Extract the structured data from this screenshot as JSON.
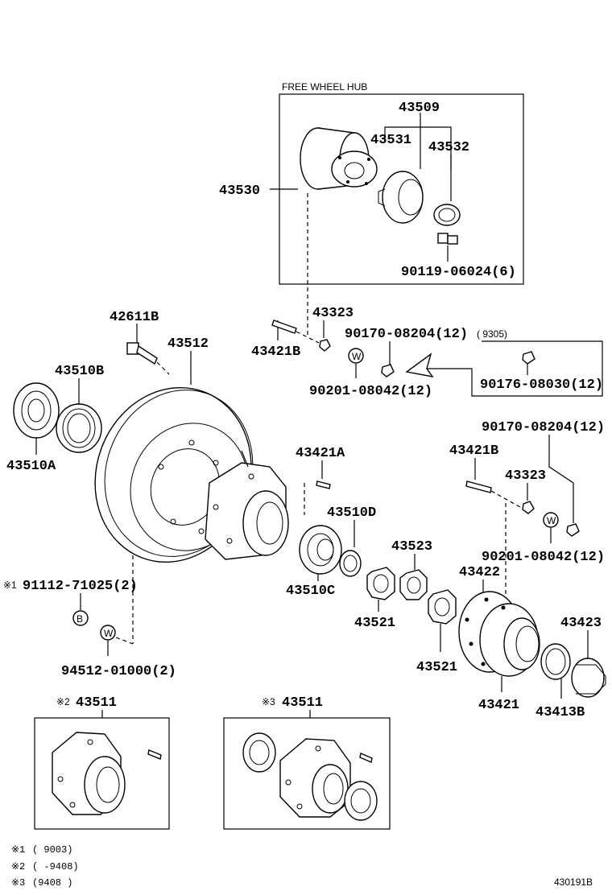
{
  "diagram": {
    "free_wheel_hub_title": "FREE WHEEL HUB",
    "catalog_code": "430191B",
    "labels": {
      "p43509": "43509",
      "p43531": "43531",
      "p43532": "43532",
      "p43530": "43530",
      "p90119": "90119-06024(6)",
      "p42611B": "42611B",
      "p43323a": "43323",
      "p43421Ba": "43421B",
      "p43512": "43512",
      "p90170a": "90170-08204(12)",
      "p90170a_range": "( 9305)",
      "p90201a": "90201-08042(12)",
      "p90176": "90176-08030(12)",
      "p43510B": "43510B",
      "p43510A": "43510A",
      "p90170b": "90170-08204(12)",
      "p43421A": "43421A",
      "p43421Bb": "43421B",
      "p43323b": "43323",
      "p43510D": "43510D",
      "p43523": "43523",
      "p90201b": "90201-08042(12)",
      "p91112": "91112-71025(2)",
      "p91112_mark": "※1",
      "p43510C": "43510C",
      "p43422": "43422",
      "p43521a": "43521",
      "p43423": "43423",
      "p94512": "94512-01000(2)",
      "p43521b": "43521",
      "p43421": "43421",
      "p43413B": "43413B",
      "p43511a": "43511",
      "p43511a_mark": "※2",
      "p43511b": "43511",
      "p43511b_mark": "※3",
      "badge_w1": "W",
      "badge_w2": "W",
      "badge_w3": "W",
      "badge_b": "B"
    },
    "notes": [
      {
        "mark": "※1",
        "text": "(      9003)"
      },
      {
        "mark": "※2",
        "text": "(      -9408)"
      },
      {
        "mark": "※3",
        "text": "(9408      )"
      }
    ]
  }
}
